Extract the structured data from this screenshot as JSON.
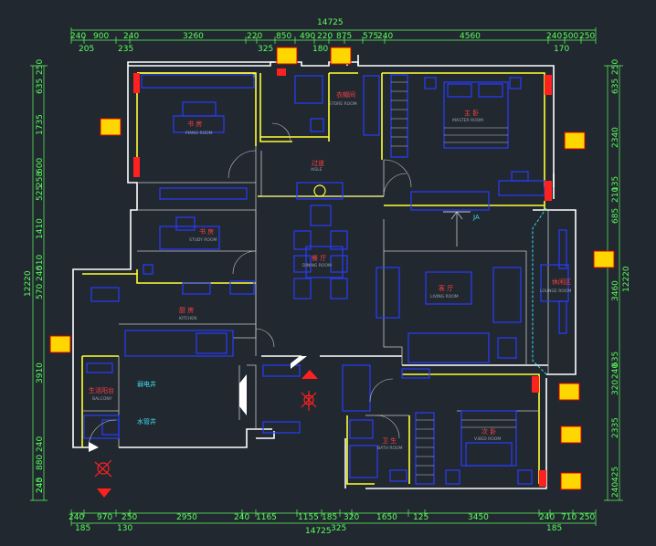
{
  "dimensions": {
    "top_total": "14725",
    "bottom_total": "14725",
    "top_row": [
      "240",
      "900",
      "240",
      "3260",
      "220",
      "850",
      "490",
      "220",
      "875",
      "575",
      "240",
      "4560",
      "240",
      "500",
      "250"
    ],
    "top_row2": [
      "205",
      "235",
      "325",
      "180",
      "170"
    ],
    "bottom_row": [
      "240",
      "970",
      "250",
      "2950",
      "240",
      "1165",
      "1155",
      "185",
      "320",
      "1650",
      "125",
      "3450",
      "240",
      "710",
      "250"
    ],
    "bottom_row2": [
      "185",
      "130",
      "325",
      "185"
    ],
    "left_total": "12220",
    "right_total": "12220",
    "left_col": [
      "250",
      "635",
      "1735",
      "600",
      "525",
      "258",
      "1410",
      "510",
      "240",
      "570",
      "3910",
      "240",
      "880",
      "245",
      "240"
    ],
    "right_col": [
      "250",
      "635",
      "2340",
      "135",
      "210",
      "685",
      "3460",
      "635",
      "240",
      "320",
      "2335",
      "425",
      "240"
    ]
  },
  "rooms": [
    {
      "cn": "书 房",
      "en": "PIANO ROOM"
    },
    {
      "cn": "衣帽间",
      "en": "STORE ROOM"
    },
    {
      "cn": "主 卧",
      "en": "MASTER ROOM"
    },
    {
      "cn": "过道",
      "en": "AISLE"
    },
    {
      "cn": "书 房",
      "en": "STUDY ROOM"
    },
    {
      "cn": "餐 厅",
      "en": "DINING ROOM"
    },
    {
      "cn": "客 厅",
      "en": "LIVING ROOM"
    },
    {
      "cn": "休闲区",
      "en": "LOUNGE ROOM"
    },
    {
      "cn": "厨 房",
      "en": "KITCHEN"
    },
    {
      "cn": "生活阳台",
      "en": "BALCONY"
    },
    {
      "cn": "卫 生",
      "en": "BATH ROOM"
    },
    {
      "cn": "次 卧",
      "en": "V-BED ROOM"
    }
  ],
  "labels": {
    "weak_current": "弱电井",
    "water_pipe": "水管井",
    "tv_label": "JA"
  }
}
